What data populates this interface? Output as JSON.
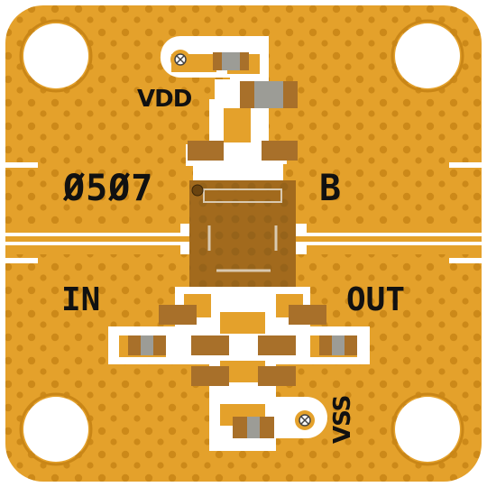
{
  "board": {
    "part_number": "Ø5Ø7",
    "revision": "B",
    "labels": {
      "vdd": "VDD",
      "vss": "VSS",
      "input": "IN",
      "output": "OUT"
    }
  },
  "colors": {
    "substrate": "#e4a12b",
    "gold_dot": "#c98617",
    "trace": "#ffffff",
    "chip": "#a26a1d",
    "chip_dot": "#916018",
    "component": "#9c9c96",
    "component_pad": "#a8702a",
    "silk": "#111111"
  }
}
